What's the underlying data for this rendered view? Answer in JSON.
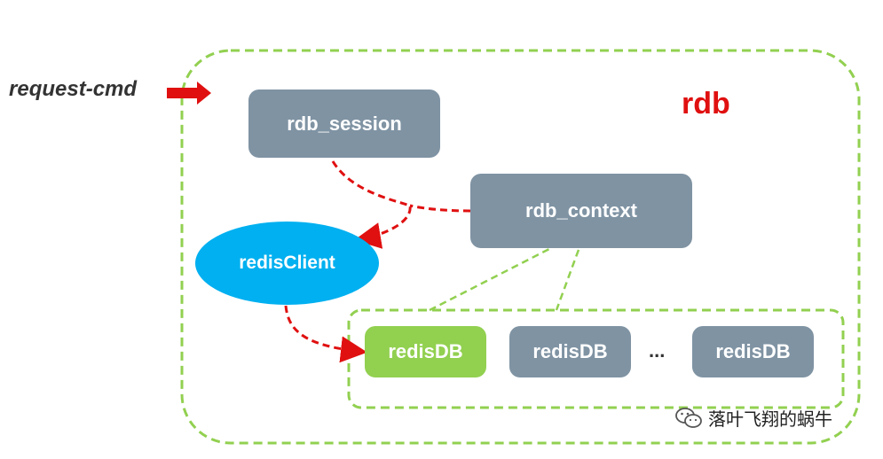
{
  "labels": {
    "request": "request-cmd",
    "rdb": "rdb",
    "ellipsis": "..."
  },
  "nodes": {
    "rdb_session": "rdb_session",
    "rdb_context": "rdb_context",
    "redis_client": "redisClient",
    "redis_db_1": "redisDB",
    "redis_db_2": "redisDB",
    "redis_db_3": "redisDB"
  },
  "watermark": {
    "text": "落叶飞翔的蜗牛",
    "icon": "wechat-icon"
  },
  "colors": {
    "container_border": "#92d050",
    "node_gray": "#7f93a3",
    "node_green": "#92d050",
    "node_blue": "#00b0f0",
    "arrow_red": "#e01010",
    "link_green": "#92d050"
  }
}
